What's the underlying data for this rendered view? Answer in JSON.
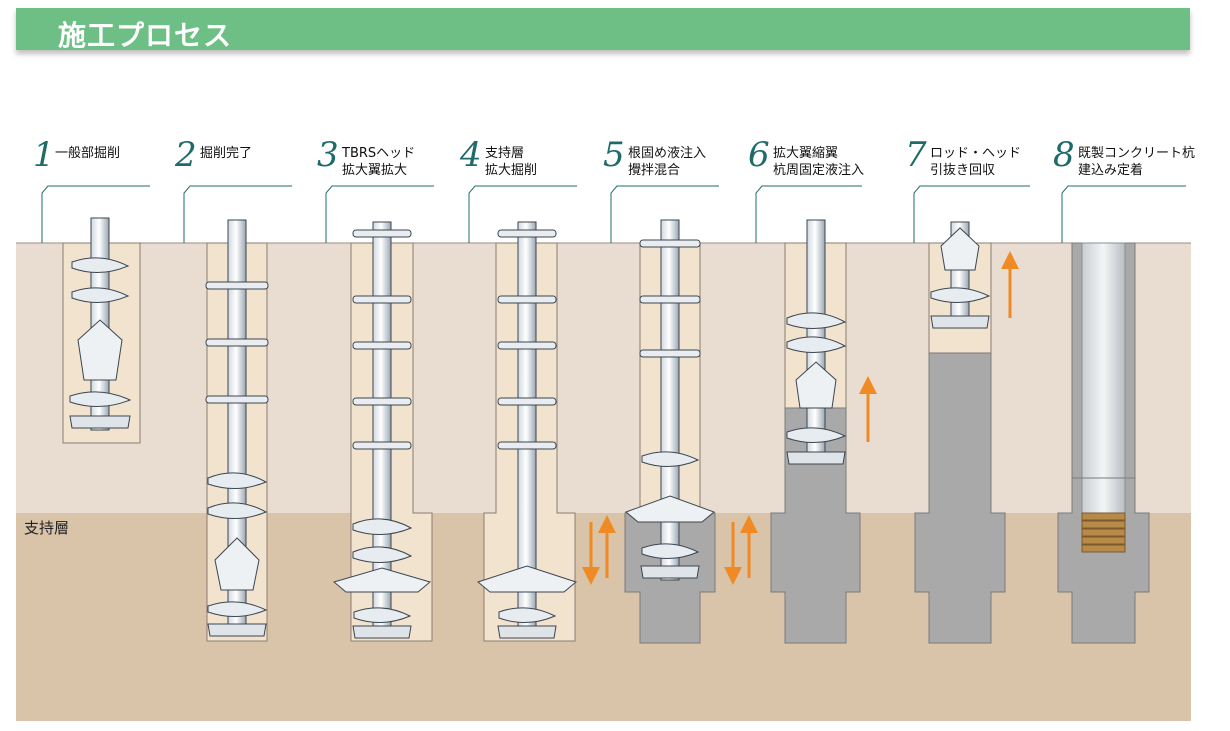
{
  "header": {
    "title": "施工プロセス"
  },
  "strata": {
    "bearing_label": "支持層"
  },
  "colors": {
    "banner": "#6dbf86",
    "surface_soil": "#e8ddd0",
    "bearing_soil": "#d9c4a9",
    "excavation": "#f2e3cf",
    "cement": "#a9a9a9",
    "arrow": "#f08a24",
    "number": "#1f6b6a"
  },
  "steps": [
    {
      "num": "1",
      "lines": [
        "一般部掘削"
      ]
    },
    {
      "num": "2",
      "lines": [
        "掘削完了"
      ]
    },
    {
      "num": "3",
      "lines": [
        "TBRSヘッド",
        "拡大翼拡大"
      ]
    },
    {
      "num": "4",
      "lines": [
        "支持層",
        "拡大掘削"
      ]
    },
    {
      "num": "5",
      "lines": [
        "根固め液注入",
        "攪拌混合"
      ]
    },
    {
      "num": "6",
      "lines": [
        "拡大翼縮翼",
        "杭周固定液注入"
      ]
    },
    {
      "num": "7",
      "lines": [
        "ロッド・ヘッド",
        "引抜き回収"
      ]
    },
    {
      "num": "8",
      "lines": [
        "既製コンクリート杭",
        "建込み定着"
      ]
    }
  ]
}
